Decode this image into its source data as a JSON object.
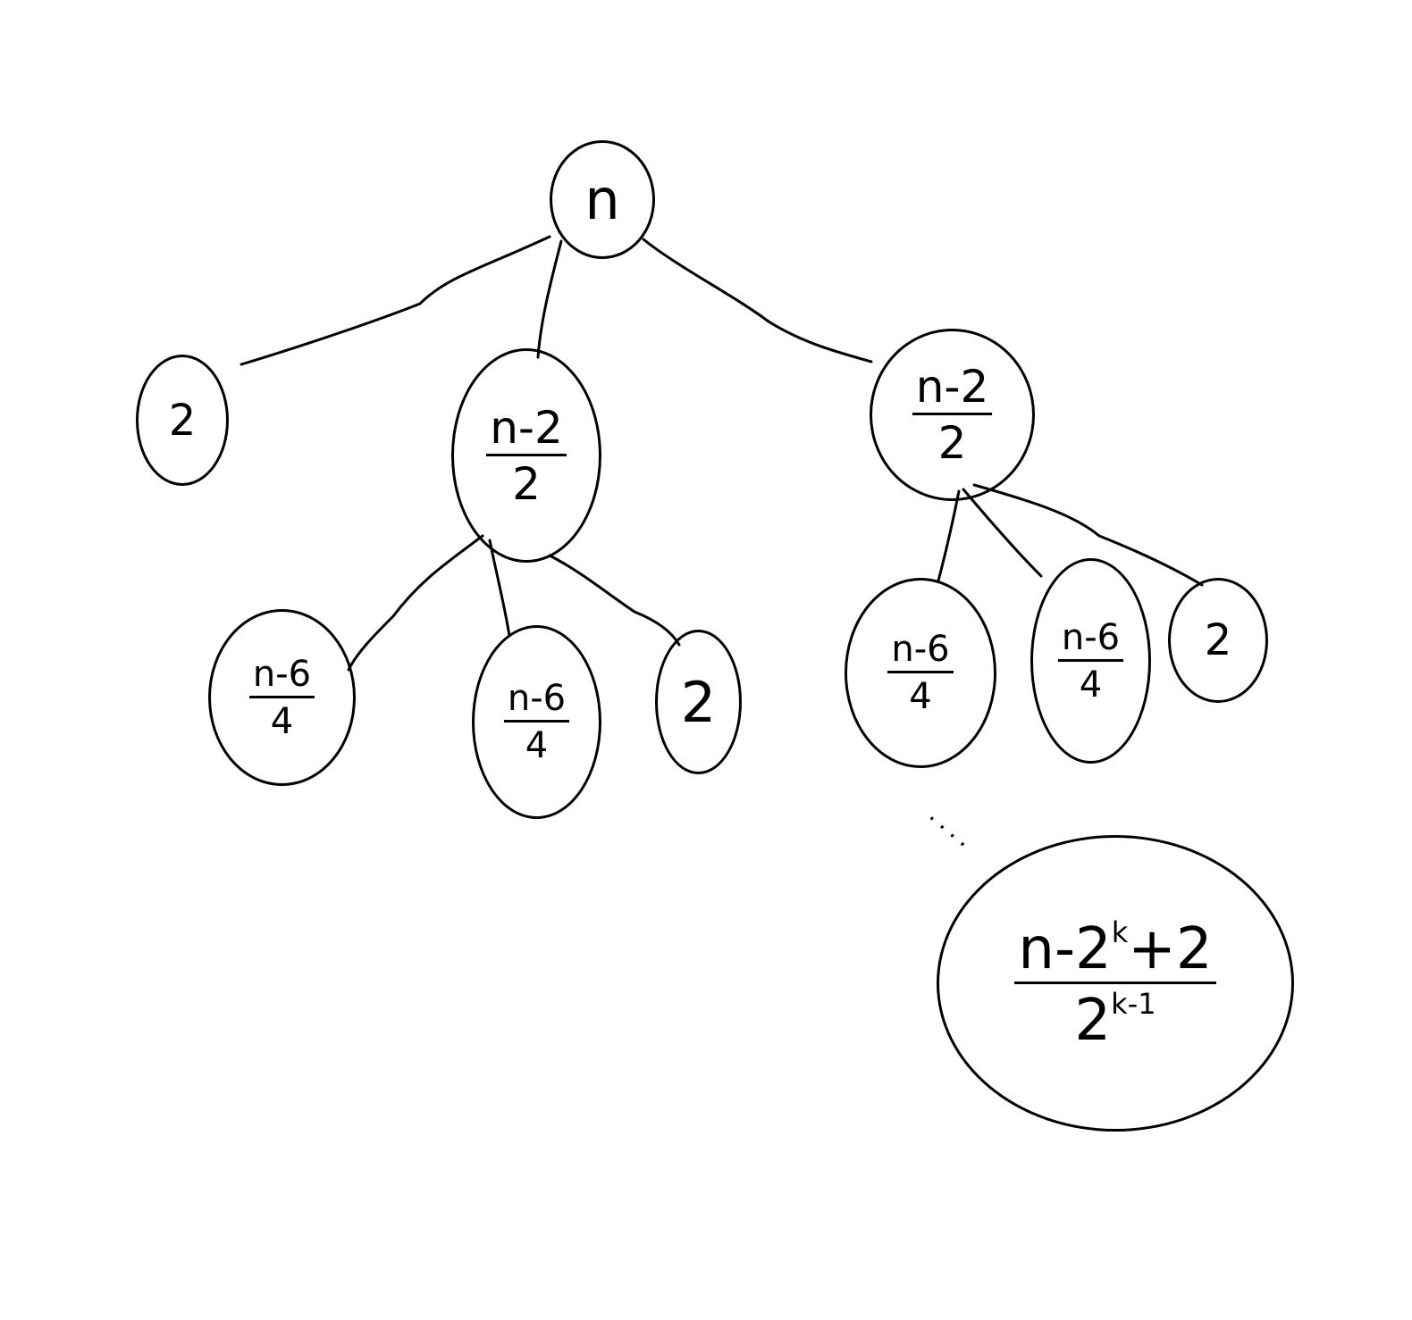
{
  "root": {
    "label": "n"
  },
  "level1": {
    "left_leaf": "2",
    "middle": {
      "num": "n-2",
      "den": "2"
    },
    "right": {
      "num": "n-2",
      "den": "2"
    }
  },
  "level2": {
    "middle_children": [
      {
        "num": "n-6",
        "den": "4"
      },
      {
        "num": "n-6",
        "den": "4"
      },
      {
        "leaf": "2"
      }
    ],
    "right_children": [
      {
        "num": "n-6",
        "den": "4"
      },
      {
        "num": "n-6",
        "den": "4"
      },
      {
        "leaf": "2"
      }
    ]
  },
  "ellipsis": "....",
  "deep_node": {
    "num_a": "n-2",
    "num_exp": "k",
    "num_b": "+2",
    "den_base": "2",
    "den_exp": "k-1"
  }
}
